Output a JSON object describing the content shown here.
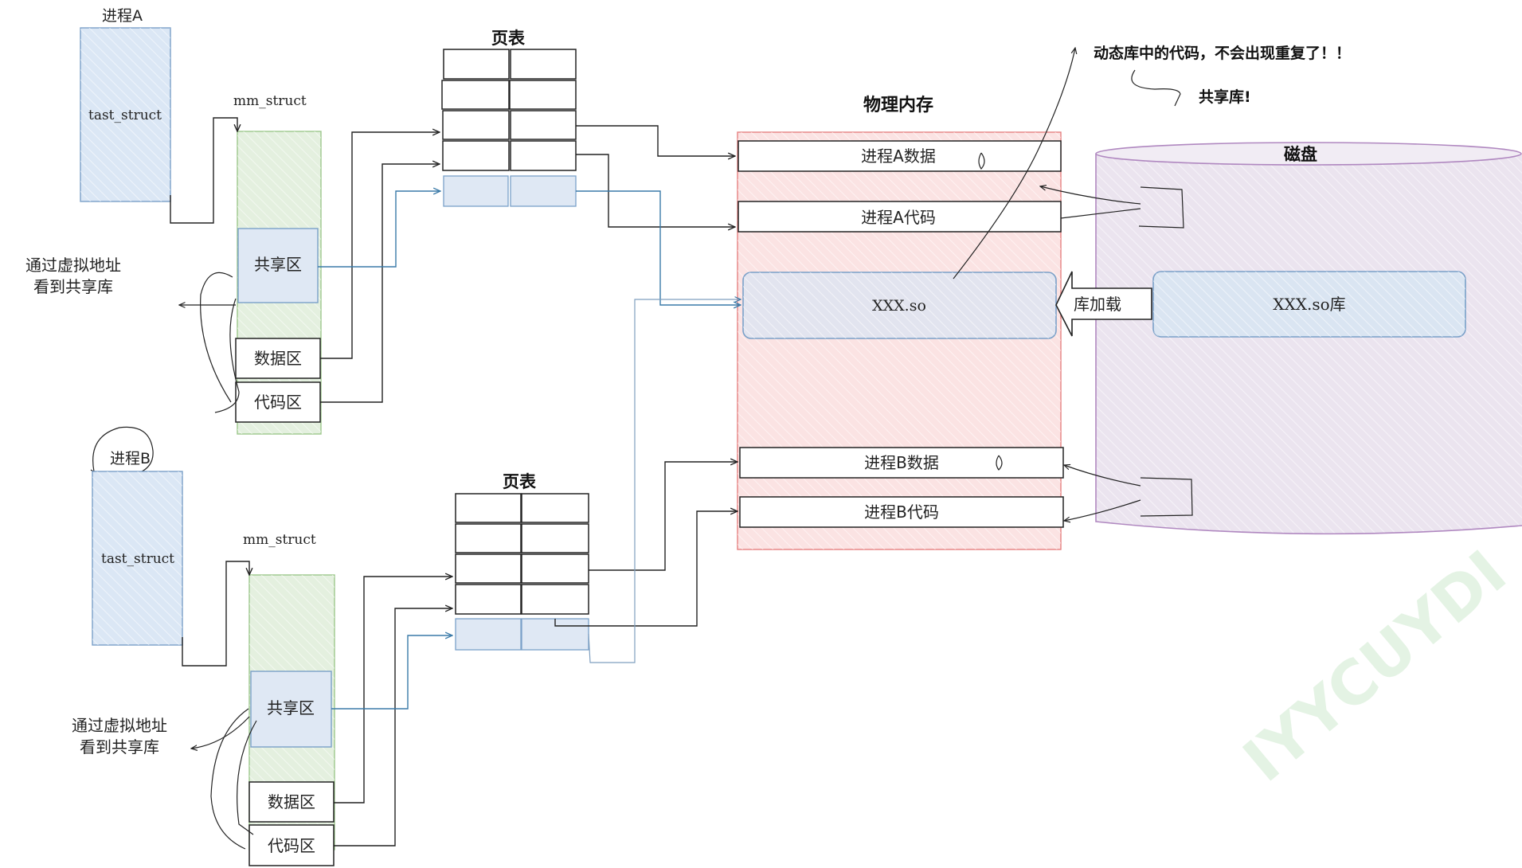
{
  "process_a": {
    "title": "进程A",
    "task_label": "tast_struct",
    "mm_label": "mm_struct",
    "shared_label": "共享区",
    "data_label": "数据区",
    "code_label": "代码区",
    "note_line1": "通过虚拟地址",
    "note_line2": "看到共享库"
  },
  "process_b": {
    "title": "进程B",
    "task_label": "tast_struct",
    "mm_label": "mm_struct",
    "shared_label": "共享区",
    "data_label": "数据区",
    "code_label": "代码区",
    "note_line1": "通过虚拟地址",
    "note_line2": "看到共享库"
  },
  "page_table_a": {
    "title": "页表"
  },
  "page_table_b": {
    "title": "页表"
  },
  "physical": {
    "title": "物理内存",
    "a_data": "进程A数据",
    "a_code": "进程A代码",
    "so": "XXX.so",
    "b_data": "进程B数据",
    "b_code": "进程B代码"
  },
  "disk": {
    "title": "磁盘",
    "so_lib": "XXX.so库"
  },
  "load_arrow": {
    "label": "库加载"
  },
  "annotations": {
    "no_repeat": "动态库中的代码，不会出现重复了！！",
    "shared_lib": "共享库!"
  },
  "watermark": {
    "text": "IYYCUYDI"
  },
  "colors": {
    "wire": "#222222",
    "wire_blue": "#3a7aa8",
    "task_fill": "#dbe7f5",
    "mm_fill": "#e4f0df",
    "shared_fill": "#dfe8f4",
    "physical_fill": "#fbe3e3",
    "physical_border": "#e58080",
    "disk_fill": "#ebe4ef",
    "disk_border": "#b088c0"
  }
}
